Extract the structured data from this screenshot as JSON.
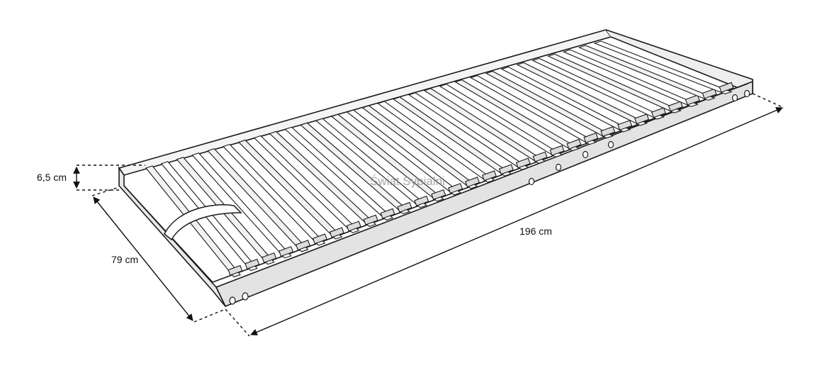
{
  "dimensions": {
    "height": "6,5 cm",
    "width": "79 cm",
    "length": "196 cm"
  },
  "watermark": "Świat Sypialni",
  "colors": {
    "line": "#1a1a1a",
    "dim_line": "#111111",
    "wood_shadow": "#cfcfcf"
  }
}
